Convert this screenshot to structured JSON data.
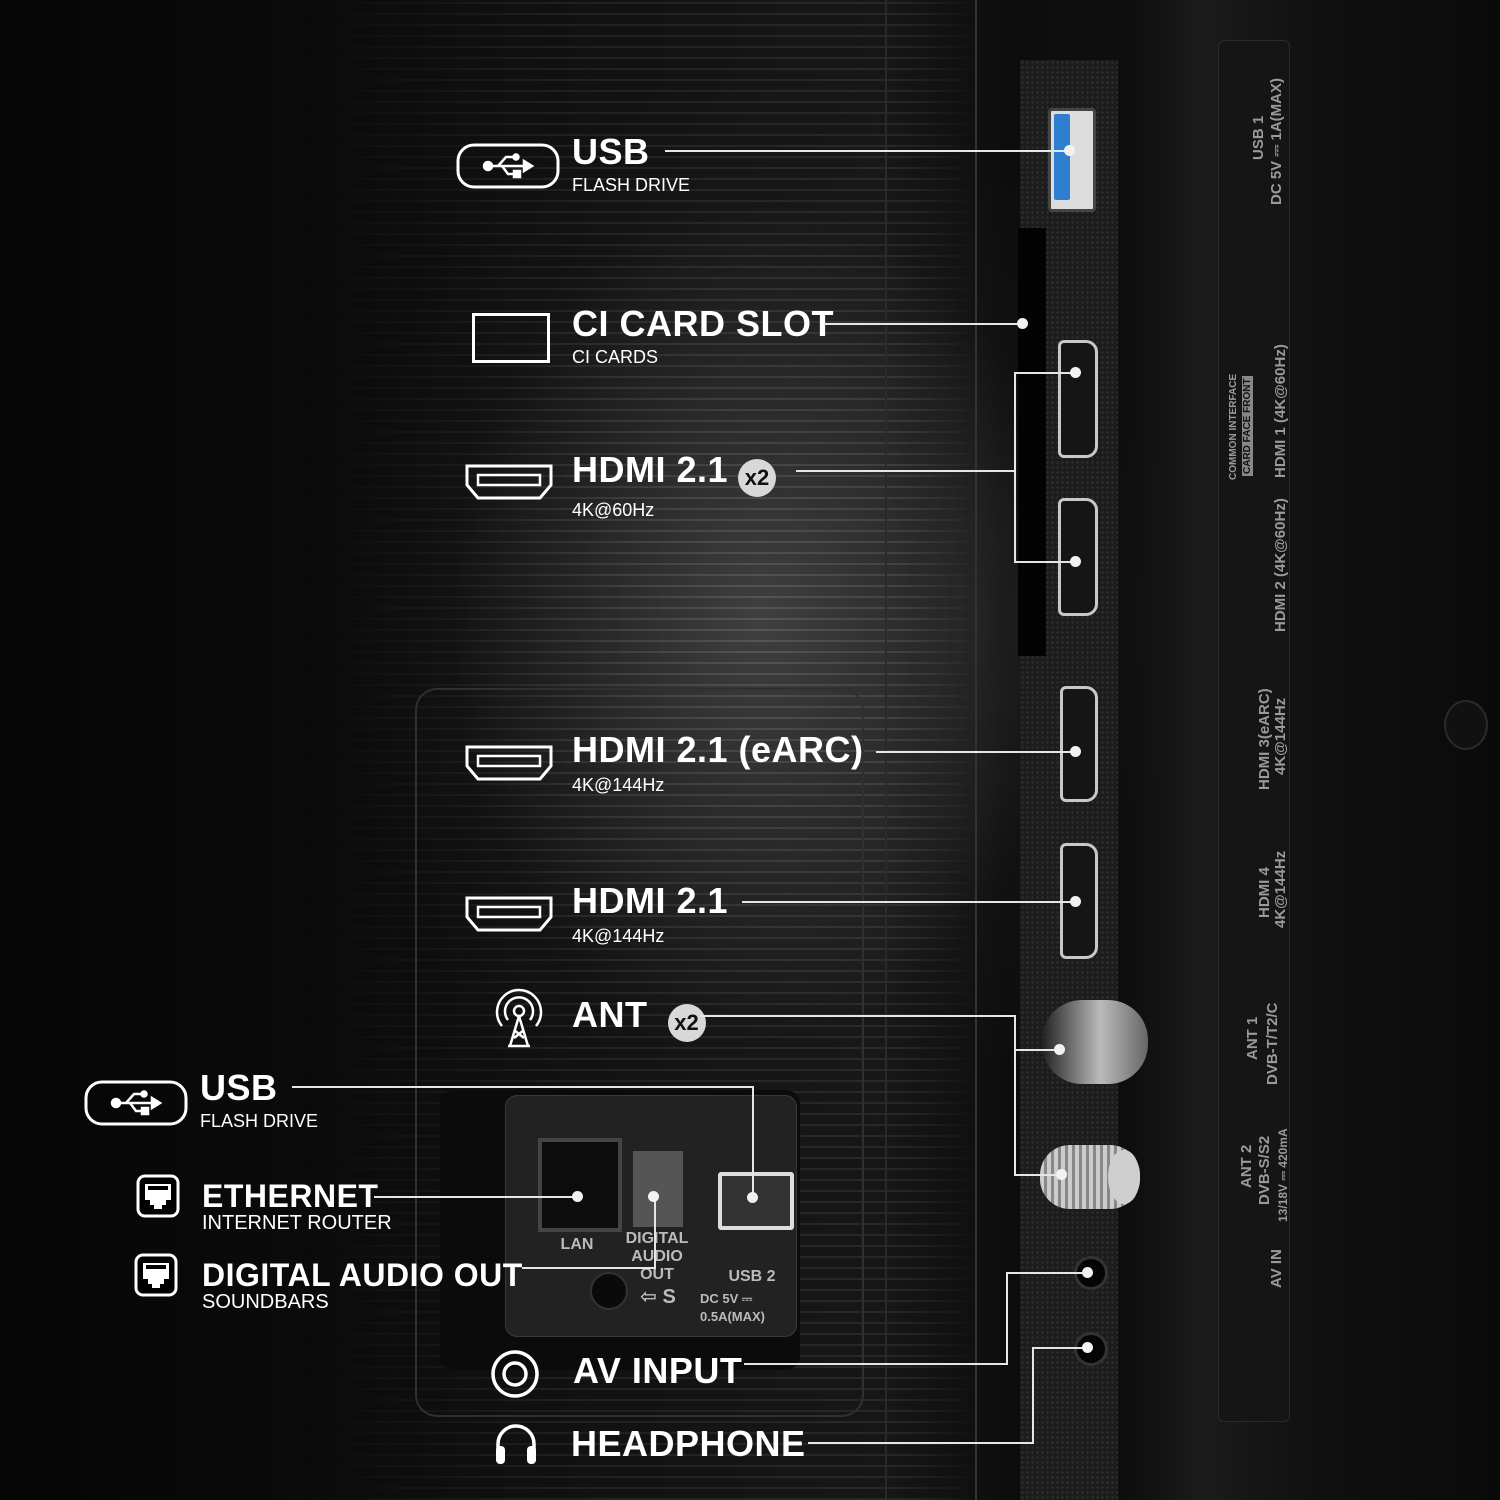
{
  "callouts": {
    "usb_top": {
      "title": "USB",
      "subtitle": "FLASH DRIVE",
      "icon": "usb-icon"
    },
    "ci_slot": {
      "title": "CI CARD SLOT",
      "subtitle": "CI CARDS",
      "icon": "card-slot-icon"
    },
    "hdmi_60": {
      "title": "HDMI 2.1",
      "badge": "x2",
      "subtitle": "4K@60Hz",
      "icon": "hdmi-icon"
    },
    "hdmi_earc": {
      "title": "HDMI 2.1 (eARC)",
      "subtitle": "4K@144Hz",
      "icon": "hdmi-icon"
    },
    "hdmi_144": {
      "title": "HDMI 2.1",
      "subtitle": "4K@144Hz",
      "icon": "hdmi-icon"
    },
    "ant": {
      "title": "ANT",
      "badge": "x2",
      "icon": "antenna-icon"
    },
    "usb_side": {
      "title": "USB",
      "subtitle": "FLASH DRIVE",
      "icon": "usb-icon"
    },
    "ethernet": {
      "title": "ETHERNET",
      "subtitle": "INTERNET ROUTER",
      "icon": "ethernet-icon"
    },
    "digital_audio": {
      "title": "DIGITAL AUDIO OUT",
      "subtitle": "SOUNDBARS",
      "icon": "ethernet-icon"
    },
    "av_input": {
      "title": "AV INPUT",
      "icon": "av-input-icon"
    },
    "headphone": {
      "title": "HEADPHONE",
      "icon": "headphone-icon"
    }
  },
  "port_panel_labels": {
    "lan": "LAN",
    "digital_audio_out_1": "DIGITAL",
    "digital_audio_out_2": "AUDIO OUT",
    "usb2": "USB 2",
    "usb2_power": "DC 5V ⎓ 0.5A(MAX)",
    "screw_arrow": "⇦ S"
  },
  "side_labels": {
    "usb1": "USB 1",
    "usb1_power": "DC 5V ⎓ 1A(MAX)",
    "common_interface": "COMMON INTERFACE",
    "card_face": "CARD FACE FRONT",
    "hdmi1": "HDMI 1 (4K@60Hz)",
    "hdmi2": "HDMI 2 (4K@60Hz)",
    "hdmi3": "HDMI 3(eARC)",
    "hdmi3_spec": "4K@144Hz",
    "hdmi4": "HDMI 4",
    "hdmi4_spec": "4K@144Hz",
    "ant1": "ANT 1",
    "ant1_spec": "DVB-T/T2/C",
    "ant2": "ANT 2",
    "ant2_spec": "DVB-S/S2",
    "ant2_power": "13/18V ⎓ 420mA",
    "av_in": "AV IN"
  },
  "colors": {
    "usb3_port": "#2f7fd0",
    "line": "#e6e6e6",
    "badge_bg": "#d8d8d8"
  }
}
